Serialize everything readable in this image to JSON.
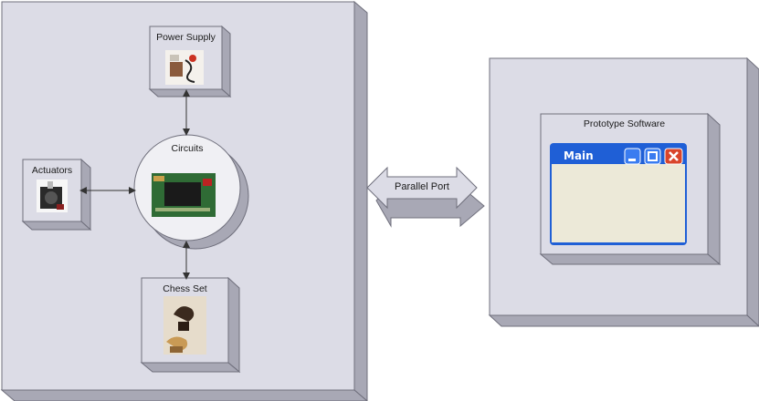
{
  "diagram": {
    "nodes": {
      "power_supply": "Power Supply",
      "circuits": "Circuits",
      "actuators": "Actuators",
      "chess_set": "Chess Set",
      "prototype_software": "Prototype Software"
    },
    "connector": "Parallel Port",
    "window": {
      "title": "Main"
    },
    "icons": {
      "power_supply": "power-supply-photo",
      "circuits": "circuit-board-photo",
      "actuators": "motor-photo",
      "chess_set": "chess-pieces-photo",
      "window_buttons": [
        "minimize-icon",
        "maximize-icon",
        "close-icon"
      ]
    },
    "colors": {
      "panel_face": "#dcdce6",
      "panel_side": "#a8a8b5",
      "window_title": "#1f5fd6",
      "window_body": "#ece9d8",
      "close_button": "#d9452b"
    }
  }
}
